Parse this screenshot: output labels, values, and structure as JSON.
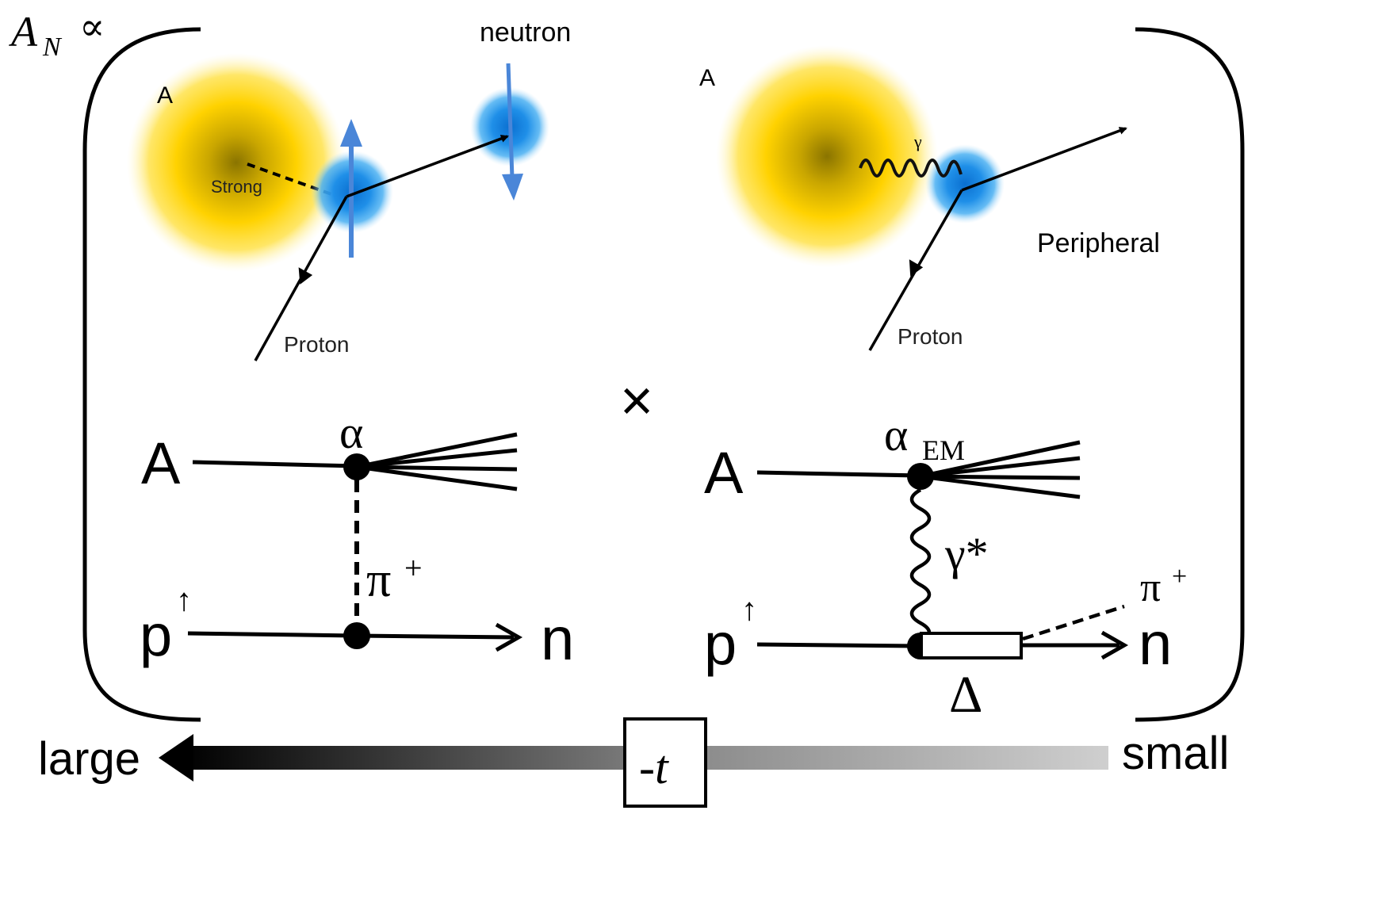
{
  "header": {
    "lhs_symbol": "A",
    "lhs_subscript": "N",
    "proportional_sign": "∝"
  },
  "strong_panel": {
    "nucleus_label": "A",
    "interaction_label": "Strong",
    "projectile_label": "Proton",
    "outgoing_label": "neutron"
  },
  "em_panel": {
    "nucleus_label": "A",
    "photon_label": "γ",
    "projectile_label": "Proton",
    "regime_label": "Peripheral"
  },
  "multiply_sign": "×",
  "feynman_left": {
    "nucleus": "A",
    "coupling": "α",
    "exchange": "π",
    "exchange_charge": "+",
    "proton": "p",
    "proton_spin": "↑",
    "outgoing": "n"
  },
  "feynman_right": {
    "nucleus": "A",
    "coupling": "α",
    "coupling_subscript": "EM",
    "exchange": "γ*",
    "pion": "π",
    "pion_charge": "+",
    "resonance": "Δ",
    "proton": "p",
    "proton_spin": "↑",
    "outgoing": "n"
  },
  "axis": {
    "variable": "-t",
    "left_label": "large",
    "right_label": "small"
  },
  "colors": {
    "nucleus_core": "#8a7400",
    "nucleus_glow": "#ffd200",
    "nucleon_core": "#0a6fd0",
    "nucleon_glow": "#2fa3f0",
    "spin_arrow": "#4a86d8",
    "ink": "#000000"
  }
}
